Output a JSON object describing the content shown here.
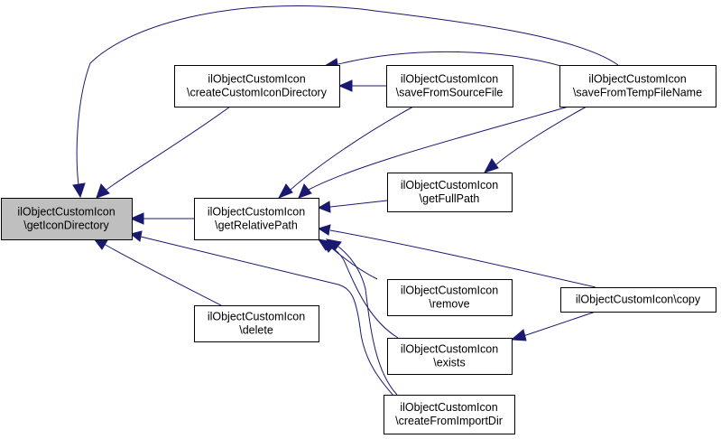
{
  "diagram": {
    "type": "call-graph",
    "colors": {
      "edge": "#191970",
      "focus_node_fill": "#bfbfbf",
      "node_fill": "#ffffff",
      "node_border": "#000000"
    },
    "nodes": [
      {
        "id": "getIconDirectory",
        "lines": [
          "ilObjectCustomIcon",
          "\\getIconDirectory"
        ],
        "focus": true
      },
      {
        "id": "createCustomIconDirectory",
        "lines": [
          "ilObjectCustomIcon",
          "\\createCustomIconDirectory"
        ]
      },
      {
        "id": "getRelativePath",
        "lines": [
          "ilObjectCustomIcon",
          "\\getRelativePath"
        ]
      },
      {
        "id": "delete",
        "lines": [
          "ilObjectCustomIcon",
          "\\delete"
        ]
      },
      {
        "id": "saveFromSourceFile",
        "lines": [
          "ilObjectCustomIcon",
          "\\saveFromSourceFile"
        ]
      },
      {
        "id": "getFullPath",
        "lines": [
          "ilObjectCustomIcon",
          "\\getFullPath"
        ]
      },
      {
        "id": "remove",
        "lines": [
          "ilObjectCustomIcon",
          "\\remove"
        ]
      },
      {
        "id": "exists",
        "lines": [
          "ilObjectCustomIcon",
          "\\exists"
        ]
      },
      {
        "id": "createFromImportDir",
        "lines": [
          "ilObjectCustomIcon",
          "\\createFromImportDir"
        ]
      },
      {
        "id": "saveFromTempFileName",
        "lines": [
          "ilObjectCustomIcon",
          "\\saveFromTempFileName"
        ]
      },
      {
        "id": "copy",
        "lines": [
          "ilObjectCustomIcon\\copy"
        ]
      }
    ],
    "edges": [
      {
        "from": "saveFromTempFileName",
        "to": "getIconDirectory"
      },
      {
        "from": "createCustomIconDirectory",
        "to": "getIconDirectory"
      },
      {
        "from": "getRelativePath",
        "to": "getIconDirectory"
      },
      {
        "from": "delete",
        "to": "getIconDirectory"
      },
      {
        "from": "createFromImportDir",
        "to": "getIconDirectory"
      },
      {
        "from": "saveFromTempFileName",
        "to": "createCustomIconDirectory"
      },
      {
        "from": "saveFromSourceFile",
        "to": "createCustomIconDirectory"
      },
      {
        "from": "saveFromSourceFile",
        "to": "getRelativePath"
      },
      {
        "from": "saveFromTempFileName",
        "to": "getRelativePath"
      },
      {
        "from": "getFullPath",
        "to": "getRelativePath"
      },
      {
        "from": "copy",
        "to": "getRelativePath"
      },
      {
        "from": "remove",
        "to": "getRelativePath"
      },
      {
        "from": "exists",
        "to": "getRelativePath"
      },
      {
        "from": "createFromImportDir",
        "to": "getRelativePath"
      },
      {
        "from": "saveFromTempFileName",
        "to": "getFullPath"
      },
      {
        "from": "copy",
        "to": "exists"
      }
    ]
  }
}
